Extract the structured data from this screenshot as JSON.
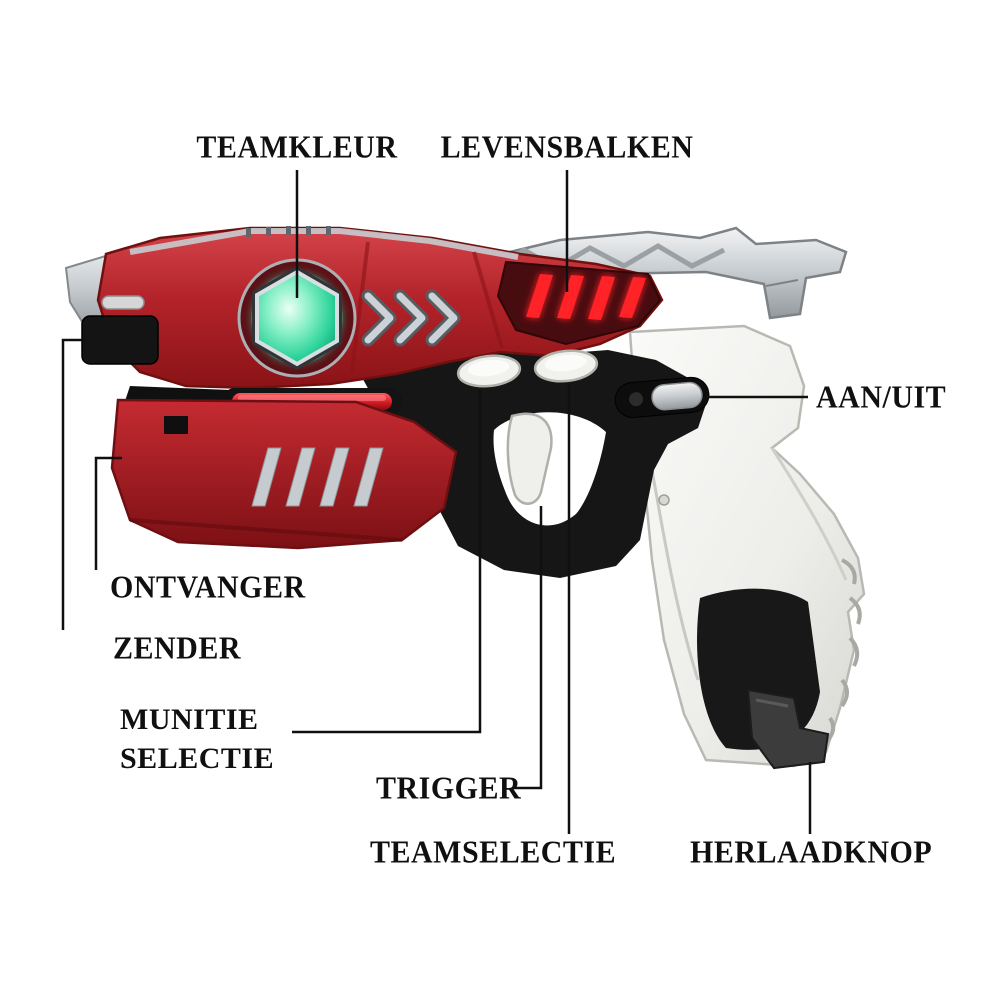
{
  "diagram": {
    "type": "labeled-product-diagram",
    "subject": "laser-tag-toy-gun",
    "background": "#ffffff",
    "labels": {
      "teamkleur": "TEAMKLEUR",
      "levensbalken": "LEVENSBALKEN",
      "aan_uit": "AAN/UIT",
      "ontvanger": "ONTVANGER",
      "zender": "ZENDER",
      "munitie_line1": "MUNITIE",
      "munitie_line2": "SELECTIE",
      "trigger": "TRIGGER",
      "teamselectie": "TEAMSELECTIE",
      "herlaadknop": "HERLAADKNOP"
    },
    "colors": {
      "label_text": "#101010",
      "callout_line": "#101010",
      "body_red": "#b22329",
      "body_dark_red": "#470c10",
      "body_white": "#efefec",
      "body_black": "#161616",
      "accent_silver": "#c7ccd0",
      "team_color_green": "#2fd49c",
      "led_red": "#ff2026"
    }
  }
}
